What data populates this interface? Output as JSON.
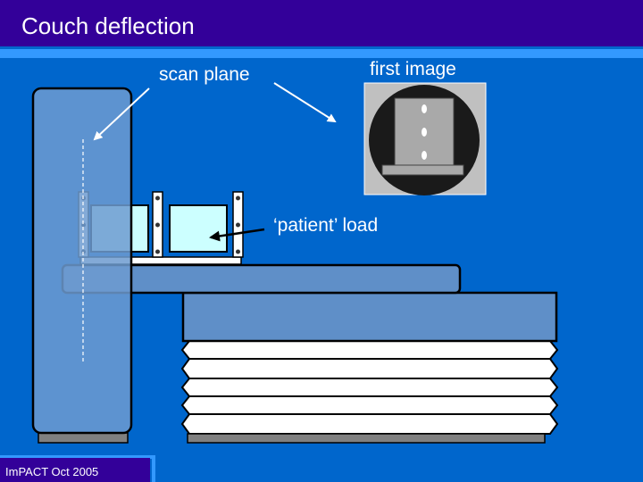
{
  "slide": {
    "title": "Couch deflection",
    "footer": "ImPACT Oct 2005"
  },
  "labels": {
    "scan_plane": "scan plane",
    "first_image": "first image",
    "patient_load": "‘patient’ load"
  },
  "colors": {
    "background": "#0066cc",
    "title_bar": "#330099",
    "accent": "#3399ff",
    "gantry": "#5f8fc8",
    "load_box": "#ccffff",
    "image_bg": "#c0c0c0"
  }
}
